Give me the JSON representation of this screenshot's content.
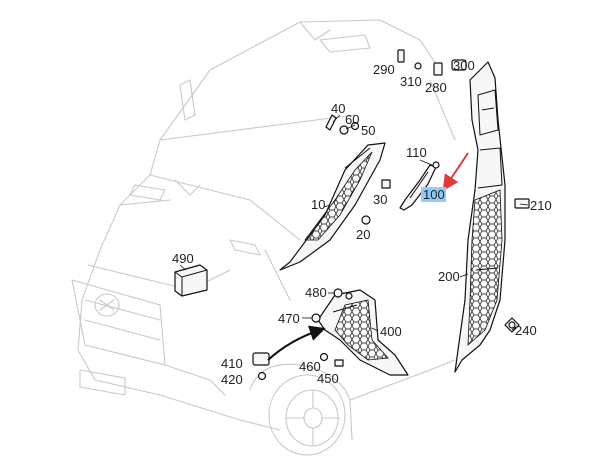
{
  "diagram": {
    "callouts": [
      {
        "id": "c290",
        "label": "290"
      },
      {
        "id": "c310",
        "label": "310"
      },
      {
        "id": "c280",
        "label": "280"
      },
      {
        "id": "c300",
        "label": "300"
      },
      {
        "id": "c40",
        "label": "40"
      },
      {
        "id": "c60",
        "label": "60"
      },
      {
        "id": "c50",
        "label": "50"
      },
      {
        "id": "c110",
        "label": "110"
      },
      {
        "id": "c100",
        "label": "100",
        "highlighted": true
      },
      {
        "id": "c10",
        "label": "10"
      },
      {
        "id": "c30",
        "label": "30"
      },
      {
        "id": "c20",
        "label": "20"
      },
      {
        "id": "c210",
        "label": "210"
      },
      {
        "id": "c490",
        "label": "490"
      },
      {
        "id": "c200",
        "label": "200"
      },
      {
        "id": "c480",
        "label": "480"
      },
      {
        "id": "c470",
        "label": "470"
      },
      {
        "id": "c400",
        "label": "400"
      },
      {
        "id": "c240",
        "label": "240"
      },
      {
        "id": "c410",
        "label": "410"
      },
      {
        "id": "c420",
        "label": "420"
      },
      {
        "id": "c460",
        "label": "460"
      },
      {
        "id": "c450",
        "label": "450"
      }
    ],
    "colors": {
      "highlight": "#8ecbff",
      "pointer_arrow": "#e53935",
      "van_outline": "#c8c8c8",
      "part_outline": "#111111"
    }
  }
}
